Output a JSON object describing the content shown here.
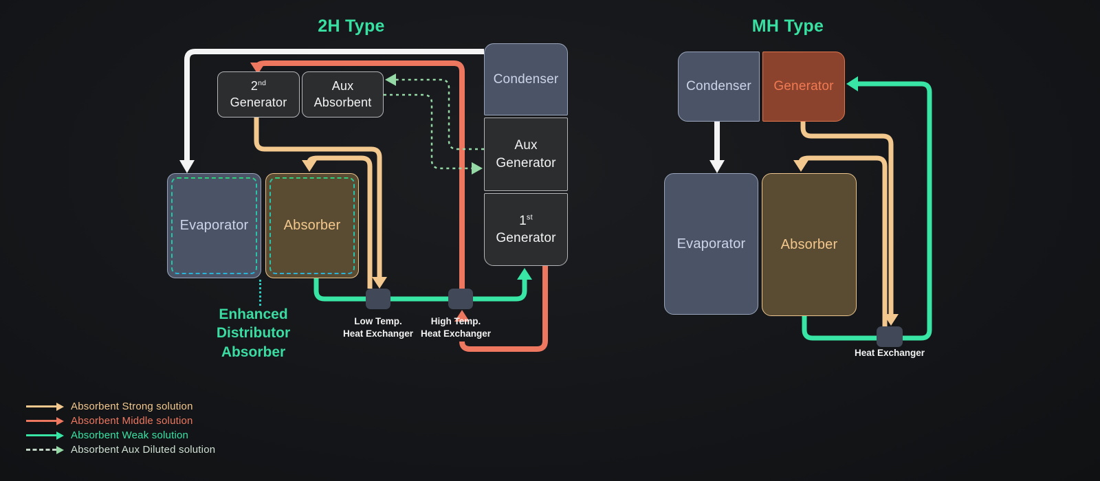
{
  "titles": {
    "left": "2H Type",
    "right": "MH Type"
  },
  "colors": {
    "title": "#38e0a2",
    "white_line": "#f4f4f4",
    "strong": "#f3c88f",
    "middle": "#ee7760",
    "weak": "#38e5a4",
    "aux_diluted": "#95d9a6",
    "legend_diluted_dash": "#c2d4c6",
    "legend_diluted_text": "#cfe0d2",
    "slate_box": "#4b5467",
    "slate_border": "#9aa5bb",
    "slate_text": "#ccd4e9",
    "dark_box": "#2b2d2f",
    "dark_border": "#b5b6b8",
    "dark_text": "#f3f3f3",
    "brown_box": "#5a4b33",
    "brown_border": "#ecc68e",
    "brown_text": "#f3c88c",
    "rust_box": "#8c432e",
    "rust_border": "#e0764e",
    "rust_text": "#f07a52",
    "hx_box": "#414958",
    "hx_label": "#f2f2f2",
    "enhanced_label": "#3bdca2",
    "connector_dots": "#2cc9c0",
    "inner_dash_top": "#2fd07f",
    "inner_dash_mid": "#2bc2aa",
    "inner_dash_bottom": "#29b3d8"
  },
  "d2h": {
    "gen2_base": "2",
    "gen2_sup": "nd",
    "gen2_line2": "Generator",
    "aux_absorbent_line1": "Aux",
    "aux_absorbent_line2": "Absorbent",
    "condenser": "Condenser",
    "aux_gen_line1": "Aux",
    "aux_gen_line2": "Generator",
    "gen1_base": "1",
    "gen1_sup": "st",
    "gen1_line2": "Generator",
    "evaporator": "Evaporator",
    "absorber": "Absorber",
    "low_hx_line1": "Low Temp.",
    "low_hx_line2": "Heat Exchanger",
    "high_hx_line1": "High Temp.",
    "high_hx_line2": "Heat Exchanger",
    "enhanced_line1": "Enhanced Distributor",
    "enhanced_line2": "Absorber"
  },
  "dmh": {
    "condenser": "Condenser",
    "generator": "Generator",
    "evaporator": "Evaporator",
    "absorber": "Absorber",
    "hx": "Heat Exchanger"
  },
  "legend": {
    "strong": "Absorbent Strong solution",
    "middle": "Absorbent Middle solution",
    "weak": "Absorbent Weak solution",
    "diluted": "Absorbent Aux Diluted solution"
  }
}
